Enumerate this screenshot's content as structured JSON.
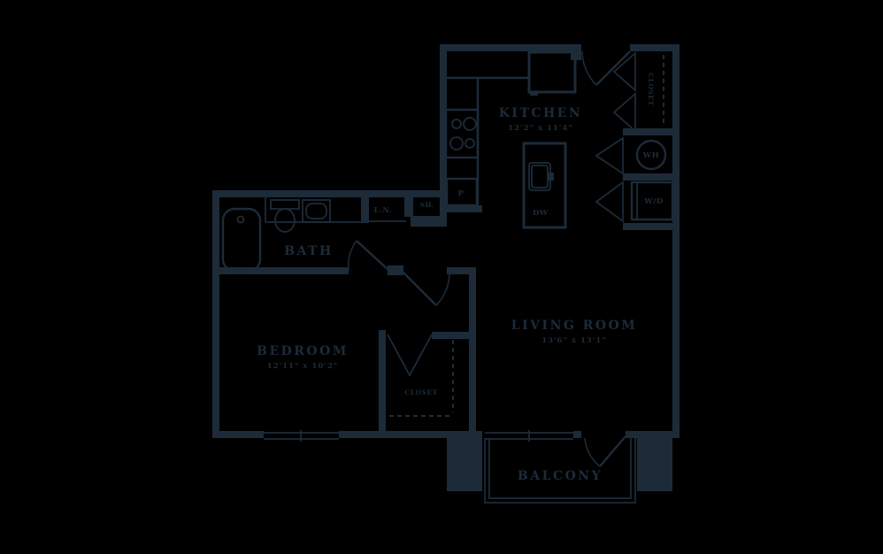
{
  "floor_plan": {
    "colors": {
      "line": "#1d2b39",
      "background": "#000000"
    },
    "rooms": {
      "kitchen": {
        "name": "KITCHEN",
        "dimensions": "12'2\" x 11'4\""
      },
      "living_room": {
        "name": "LIVING ROOM",
        "dimensions": "13'6\" x 13'1\""
      },
      "bedroom": {
        "name": "BEDROOM",
        "dimensions": "12'11\" x 10'2\""
      },
      "bath": {
        "name": "BATH"
      },
      "balcony": {
        "name": "BALCONY"
      },
      "entry_closet": {
        "name": "CLOSET"
      },
      "bedroom_closet": {
        "name": "CLOSET"
      }
    },
    "labels": {
      "water_heater": "WH",
      "washer_dryer": "W/D",
      "linen": "L.N.",
      "shelf": "SH.",
      "pantry": "P",
      "dishwasher": "DW"
    }
  }
}
